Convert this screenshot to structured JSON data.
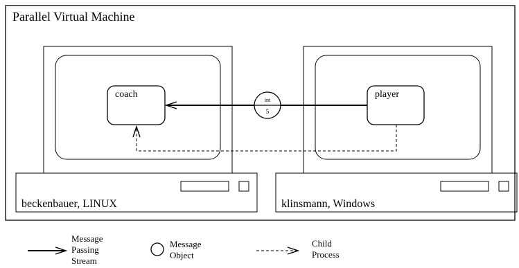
{
  "title": "Parallel Virtual Machine",
  "machines": [
    {
      "host_label": "beckenbauer, LINUX",
      "process_label": "coach"
    },
    {
      "host_label": "klinsmann, Windows",
      "process_label": "player"
    }
  ],
  "message_object": {
    "top_text": "int",
    "bottom_text": "5"
  },
  "legend": {
    "stream_label": [
      "Message",
      "Passing",
      "Stream"
    ],
    "object_label": [
      "Message",
      "Object"
    ],
    "child_label": [
      "Child",
      "Process"
    ]
  }
}
